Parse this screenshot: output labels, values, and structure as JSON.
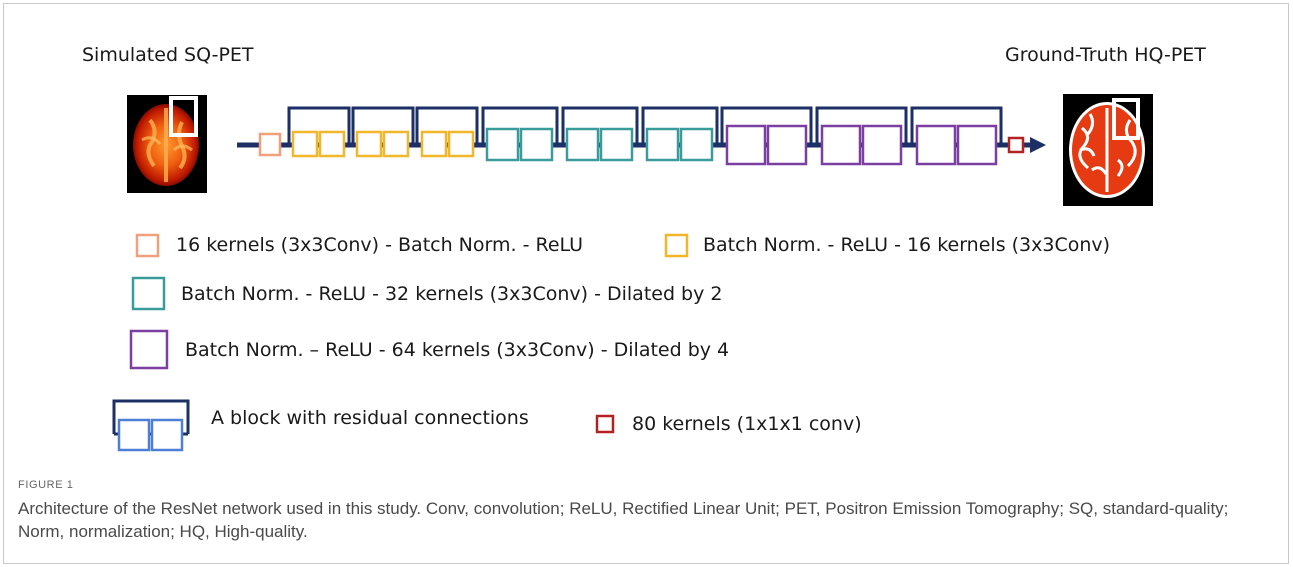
{
  "diagram": {
    "input_label": "Simulated SQ-PET",
    "output_label": "Ground-Truth HQ-PET",
    "legend": [
      {
        "key": "orange",
        "color": "#f0a07a",
        "text": "16 kernels (3x3Conv) - Batch Norm. - ReLU"
      },
      {
        "key": "yellow",
        "color": "#f2b62a",
        "text": "Batch Norm. - ReLU - 16 kernels (3x3Conv)"
      },
      {
        "key": "teal",
        "color": "#3a9c9a",
        "text": "Batch Norm. - ReLU - 32 kernels (3x3Conv) - Dilated by 2"
      },
      {
        "key": "purple",
        "color": "#7a3fa0",
        "text": "Batch Norm. – ReLU - 64 kernels (3x3Conv) - Dilated by 4"
      },
      {
        "key": "block",
        "color": "#1c2f66",
        "text": "A block with residual connections"
      },
      {
        "key": "red",
        "color": "#b22222",
        "text": "80 kernels (1x1x1 conv)"
      }
    ],
    "pipeline": [
      "orange",
      "yellow-block",
      "yellow-block",
      "yellow-block",
      "teal-block",
      "teal-block",
      "teal-block",
      "purple-block",
      "purple-block",
      "purple-block",
      "red"
    ]
  },
  "caption": {
    "title": "FIGURE 1",
    "text": "Architecture of the ResNet network used in this study. Conv, convolution; ReLU, Rectified Linear Unit; PET, Positron Emission Tomography; SQ, standard-quality; Norm, normalization; HQ, High-quality."
  }
}
